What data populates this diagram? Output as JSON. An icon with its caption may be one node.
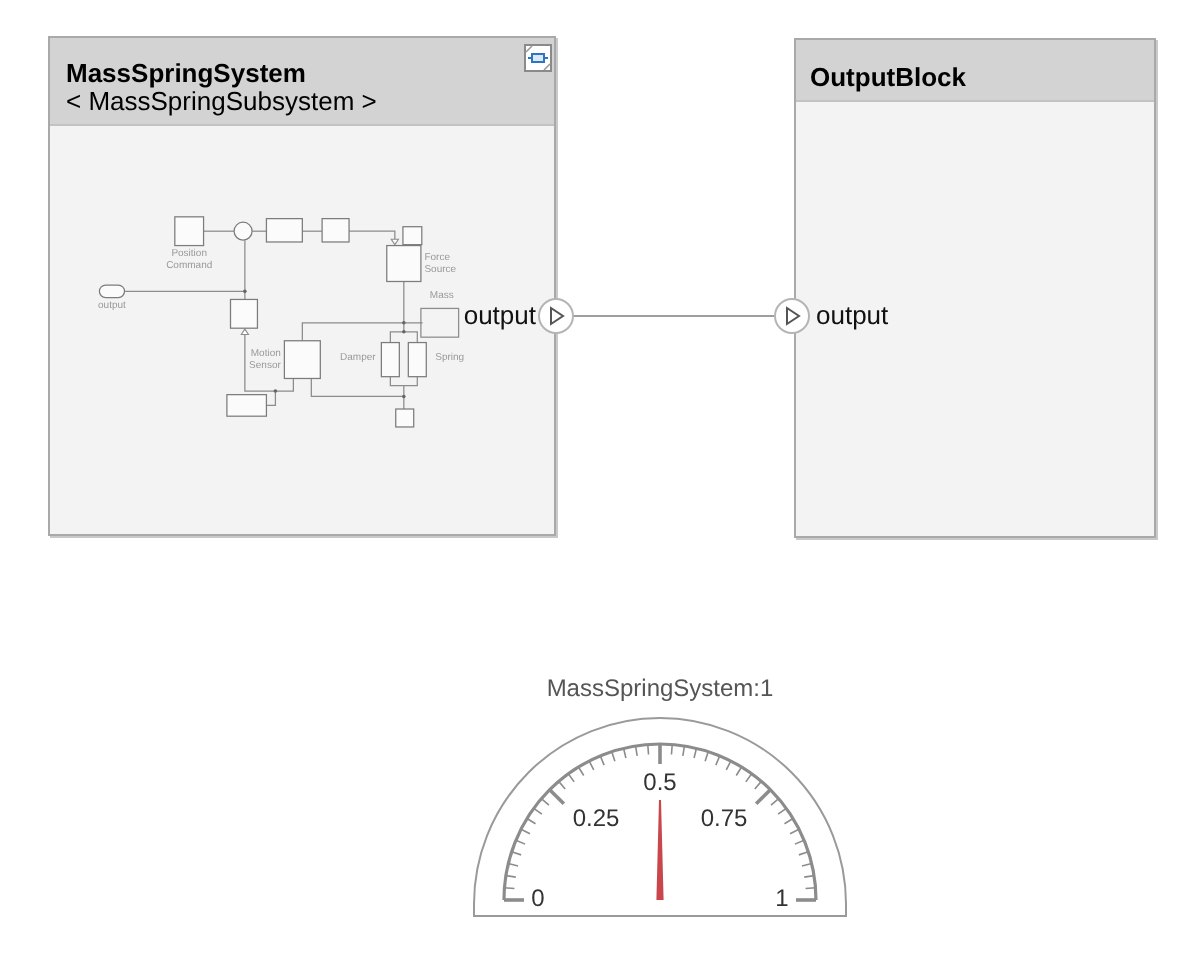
{
  "diagram": {
    "nodes": [
      {
        "text": [
          "MassSpringSystem",
          "< MassSpringSubsystem >"
        ]
      },
      {
        "text": [],
        "shape": "circle",
        "beside": [
          "output"
        ]
      },
      {
        "text": [
          "OutputBlock"
        ]
      },
      {
        "text": [],
        "shape": "circle",
        "beside": [
          "output"
        ]
      },
      {
        "text": [
          "MassSpringSystem:1",
          "0",
          "0.25",
          "0.5",
          "0.75",
          "1"
        ]
      }
    ],
    "edges": [
      {
        "from": 1,
        "to": 3,
        "arrow": "none"
      }
    ],
    "labels": [
      "Position Command",
      "Force Source",
      "Mass",
      "output",
      "Motion Sensor",
      "Damper",
      "Spring"
    ]
  }
}
